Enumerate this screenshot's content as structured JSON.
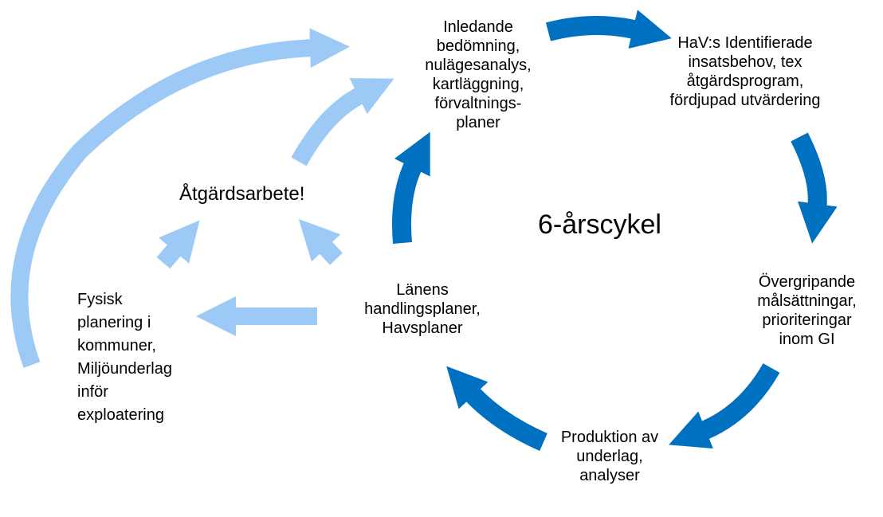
{
  "colors": {
    "dark_arrow": "#0070c0",
    "light_arrow": "#9dc9f7",
    "text": "#000000"
  },
  "diagram": {
    "cycle_label": "6-årscykel",
    "nodes": {
      "assessment": [
        "Inledande",
        "bedömning,",
        "nulägesanalys,",
        "kartläggning,",
        "förvaltnings-",
        "planer"
      ],
      "hav": [
        "HaV:s Identifierade",
        "insatsbehov, tex",
        "åtgärdsprogram,",
        "fördjupad utvärdering"
      ],
      "goals": [
        "Övergripande",
        "målsättningar,",
        "prioriteringar",
        "inom GI"
      ],
      "production": [
        "Produktion av",
        "underlag,",
        "analyser"
      ],
      "county": [
        "Länens",
        "handlingsplaner,",
        "Havsplaner"
      ],
      "measures": [
        "Åtgärdsarbete!"
      ],
      "physical": [
        "Fysisk",
        "planering i",
        "kommuner,",
        "Miljöunderlag",
        "inför",
        "exploatering"
      ]
    }
  }
}
